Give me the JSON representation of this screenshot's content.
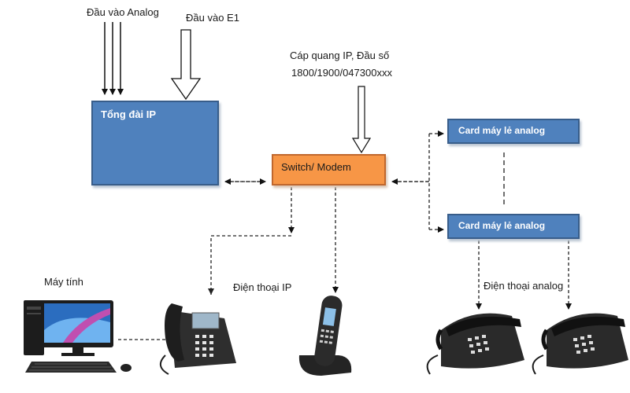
{
  "labels": {
    "analog_input": "Đầu vào Analog",
    "e1_input": "Đầu vào E1",
    "fiber_line1": "Cáp quang IP, Đầu số",
    "fiber_line2": "1800/1900/047300xxx",
    "computer": "Máy tính",
    "ip_phone": "Điện thoại IP",
    "analog_phone": "Điện thoại analog"
  },
  "nodes": {
    "pbx": "Tổng đài IP",
    "switch": "Switch/ Modem",
    "card_top": "Card máy lẻ analog",
    "card_bottom": "Card máy lẻ analog"
  },
  "icons": {
    "computer": "desktop-computer-icon",
    "ip_phone": "ip-desk-phone-icon",
    "cordless_phone": "cordless-phone-icon",
    "analog_phone": "analog-desk-phone-icon"
  },
  "colors": {
    "node_blue": "#4f81bd",
    "node_orange": "#f79646"
  }
}
